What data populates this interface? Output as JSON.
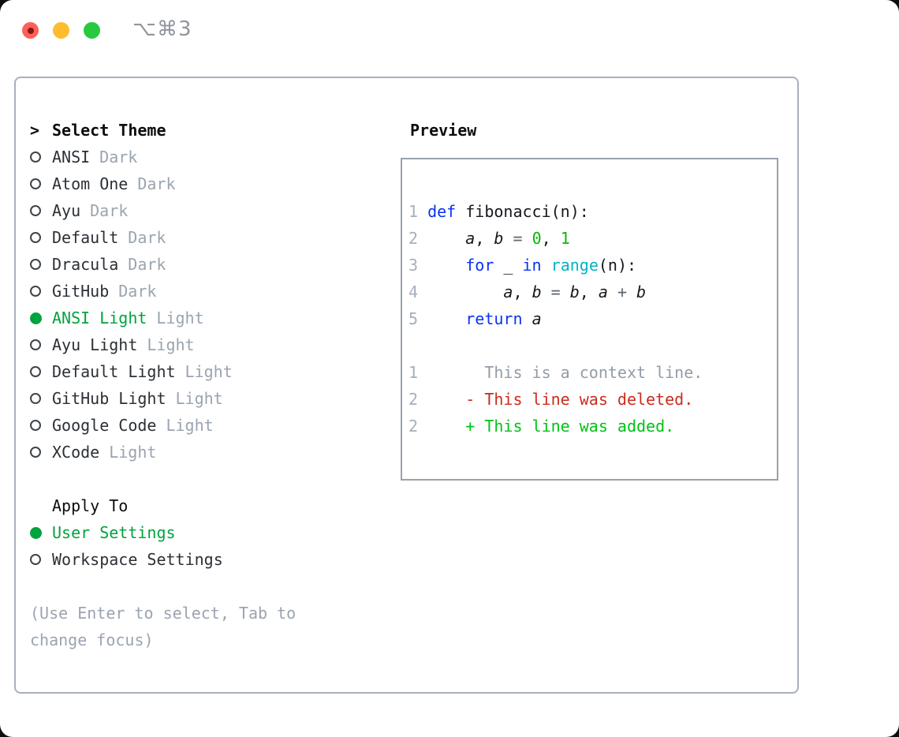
{
  "window": {
    "title": "⌥⌘3"
  },
  "colors": {
    "accent-green": "#00a33e",
    "muted": "#9aa4b0",
    "plain": "#15181d",
    "kw": "#0a33f2",
    "bi": "#00b4c4",
    "num": "#09b609",
    "op": "#5d6670",
    "ln": "#a6afbc",
    "ctx": "#929ca8",
    "del": "#cb2c1d",
    "add": "#00c215",
    "traffic-red": "#ff5f57",
    "traffic-yellow": "#febc2e",
    "traffic-green": "#27c93f"
  },
  "theme_panel": {
    "cursor": ">",
    "header": "Select Theme",
    "items": [
      {
        "name": "ANSI",
        "variant": "Dark",
        "selected": false
      },
      {
        "name": "Atom One",
        "variant": "Dark",
        "selected": false
      },
      {
        "name": "Ayu",
        "variant": "Dark",
        "selected": false
      },
      {
        "name": "Default",
        "variant": "Dark",
        "selected": false
      },
      {
        "name": "Dracula",
        "variant": "Dark",
        "selected": false
      },
      {
        "name": "GitHub",
        "variant": "Dark",
        "selected": false
      },
      {
        "name": "ANSI Light",
        "variant": "Light",
        "selected": true
      },
      {
        "name": "Ayu Light",
        "variant": "Light",
        "selected": false
      },
      {
        "name": "Default Light",
        "variant": "Light",
        "selected": false
      },
      {
        "name": "GitHub Light",
        "variant": "Light",
        "selected": false
      },
      {
        "name": "Google Code",
        "variant": "Light",
        "selected": false
      },
      {
        "name": "XCode",
        "variant": "Light",
        "selected": false
      }
    ],
    "apply": {
      "header": "Apply To",
      "options": [
        {
          "label": "User Settings",
          "selected": true
        },
        {
          "label": "Workspace Settings",
          "selected": false
        }
      ]
    },
    "hint": "(Use Enter to select, Tab to change focus)"
  },
  "preview": {
    "header": "Preview",
    "lines": [
      {
        "num": "1",
        "tokens": [
          [
            "kw",
            "def"
          ],
          [
            "plain",
            " fibonacci(n):"
          ]
        ]
      },
      {
        "num": "2",
        "tokens": [
          [
            "plain",
            "    "
          ],
          [
            "var",
            "a"
          ],
          [
            "plain",
            ", "
          ],
          [
            "var",
            "b"
          ],
          [
            "op",
            " = "
          ],
          [
            "num",
            "0"
          ],
          [
            "plain",
            ", "
          ],
          [
            "num",
            "1"
          ]
        ]
      },
      {
        "num": "3",
        "tokens": [
          [
            "plain",
            "    "
          ],
          [
            "kw",
            "for"
          ],
          [
            "plain",
            " _ "
          ],
          [
            "kw",
            "in"
          ],
          [
            "plain",
            " "
          ],
          [
            "bi",
            "range"
          ],
          [
            "plain",
            "(n):"
          ]
        ]
      },
      {
        "num": "4",
        "tokens": [
          [
            "plain",
            "        "
          ],
          [
            "var",
            "a"
          ],
          [
            "plain",
            ", "
          ],
          [
            "var",
            "b"
          ],
          [
            "op",
            " = "
          ],
          [
            "var",
            "b"
          ],
          [
            "plain",
            ", "
          ],
          [
            "var",
            "a"
          ],
          [
            "op",
            " + "
          ],
          [
            "var",
            "b"
          ]
        ]
      },
      {
        "num": "5",
        "tokens": [
          [
            "plain",
            "    "
          ],
          [
            "kw",
            "return"
          ],
          [
            "plain",
            " "
          ],
          [
            "var",
            "a"
          ]
        ]
      },
      {
        "blank": true
      },
      {
        "num": "1",
        "tokens": [
          [
            "ctx",
            "      This is a context line."
          ]
        ]
      },
      {
        "num": "2",
        "tokens": [
          [
            "del",
            "    - This line was deleted."
          ]
        ]
      },
      {
        "num": "2",
        "tokens": [
          [
            "add",
            "    + This line was added."
          ]
        ]
      }
    ]
  }
}
